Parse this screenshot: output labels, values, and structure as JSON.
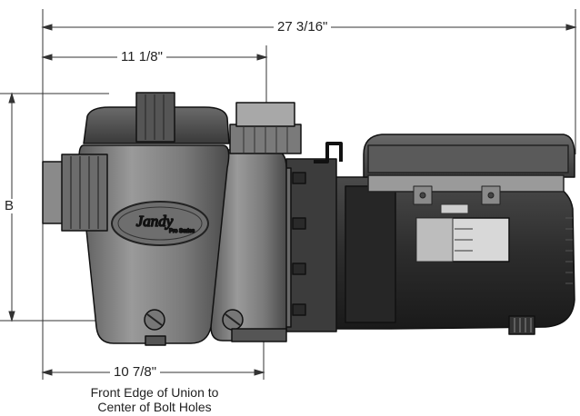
{
  "dimensions": {
    "overall_length": "27 3/16\"",
    "union_to_center": "11 1/8\"",
    "union_to_bolt_holes": "10 7/8\"",
    "height_label": "B"
  },
  "caption": {
    "line1": "Front Edge of Union to",
    "line2": "Center of Bolt Holes"
  },
  "logo": {
    "brand": "Jandy",
    "sub": "Pro Series"
  }
}
